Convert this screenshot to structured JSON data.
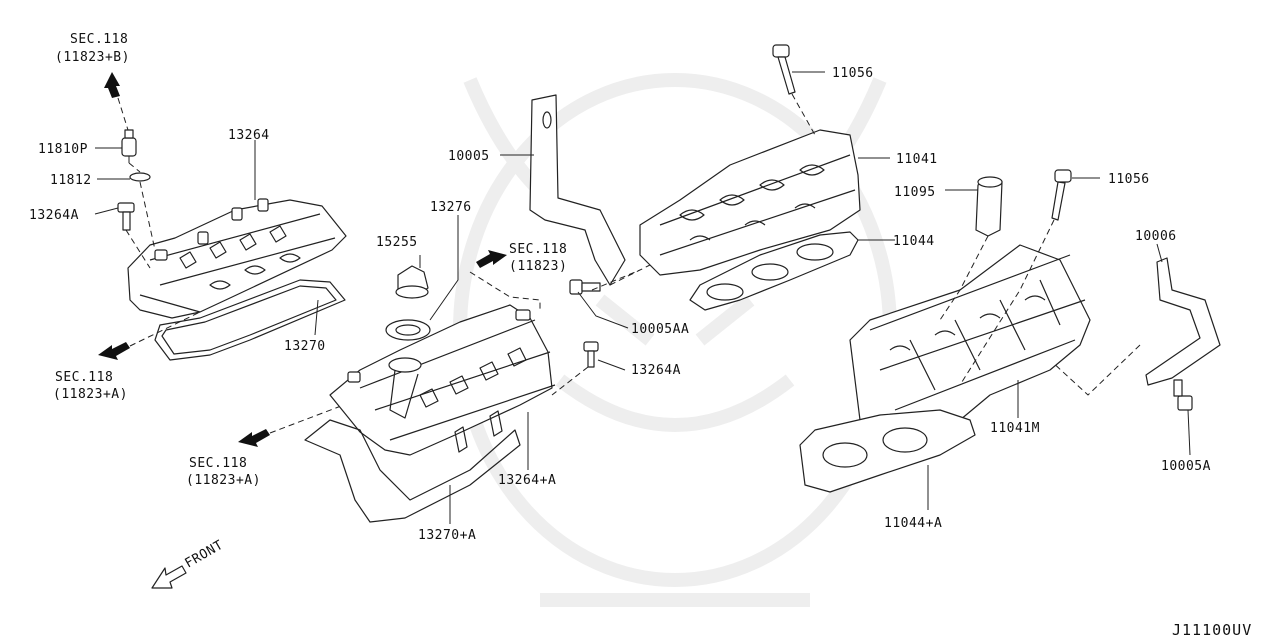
{
  "diagram_id": "J11100UV",
  "labels": {
    "sec_118_b": [
      "SEC.118",
      "(11823+B)"
    ],
    "p_11810p": "11810P",
    "p_11812": "11812",
    "p_13264a_l": "13264A",
    "p_13264": "13264",
    "sec_118_a_left": [
      "SEC.118",
      "(11823+A)"
    ],
    "p_13270": "13270",
    "p_15255": "15255",
    "p_13276": "13276",
    "sec_118_mid": [
      "SEC.118",
      "(11823)"
    ],
    "sec_118_a_low": [
      "SEC.118",
      "(11823+A)"
    ],
    "p_13264a_r": "13264A",
    "p_13264_a": "13264+A",
    "p_13270_a": "13270+A",
    "p_10005": "10005",
    "p_10005aa": "10005AA",
    "p_11056_top": "11056",
    "p_11041": "11041",
    "p_11095": "11095",
    "p_11044": "11044",
    "p_11056_right": "11056",
    "p_10006": "10006",
    "p_11041m": "11041M",
    "p_10005a": "10005A",
    "p_11044_a": "11044+A",
    "front": "FRONT"
  }
}
